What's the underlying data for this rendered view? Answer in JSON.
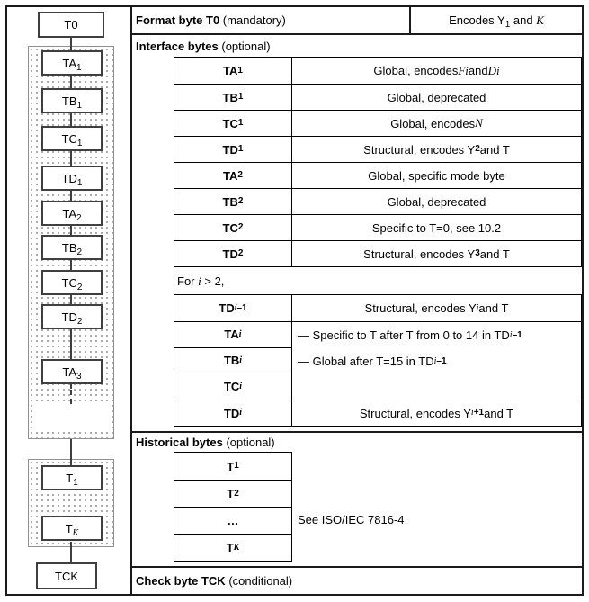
{
  "colors": {
    "ink": "#1a1a1a",
    "box_border": "#3f3f3f",
    "stipple_dot": "#8f8f8f",
    "stipple_border": "#909090",
    "background": "#ffffff"
  },
  "diagram": {
    "t0_label": "T0",
    "interface_chain": [
      "TA~1~",
      "TB~1~",
      "TC~1~",
      "TD~1~",
      "TA~2~",
      "TB~2~",
      "TC~2~",
      "TD~2~",
      "TA~3~"
    ],
    "historical_chain": [
      "T~1~",
      "T~*K*~"
    ],
    "tck_label": "TCK"
  },
  "table": {
    "format_row": {
      "label_bold": "Format byte T0",
      "label_paren": " (mandatory)",
      "desc": "Encodes Y~1~ and *K*"
    },
    "interface_section": {
      "title_bold": "Interface bytes",
      "title_paren": " (optional)",
      "rows": [
        {
          "label": "TA~1~",
          "desc": "Global, encodes *Fi* and *Di*"
        },
        {
          "label": "TB~1~",
          "desc": "Global, deprecated"
        },
        {
          "label": "TC~1~",
          "desc": "Global, encodes *N*"
        },
        {
          "label": "TD~1~",
          "desc": "Structural, encodes Y~2~ and T"
        },
        {
          "label": "TA~2~",
          "desc": "Global, specific mode byte"
        },
        {
          "label": "TB~2~",
          "desc": "Global, deprecated"
        },
        {
          "label": "TC~2~",
          "desc": "Specific to T=0, see 10.2"
        },
        {
          "label": "TD~2~",
          "desc": "Structural, encodes Y~3~ and T"
        }
      ],
      "for_note": "For *i* > 2,",
      "for_table": {
        "first_row": {
          "label": "TD~*i*–1~",
          "desc": "Structural, encodes Y~*i*~ and T"
        },
        "merged_labels": [
          "TA~*i*~",
          "TB~*i*~",
          "TC~*i*~"
        ],
        "merged_notes": [
          "— Specific to T after T from 0 to 14 in TD~*i*–1~",
          "— Global after T=15 in TD~*i*–1~"
        ],
        "last_row": {
          "label": "TD~*i*~",
          "desc": "Structural, encodes Y~*i*+1~ and T"
        }
      }
    },
    "historical_section": {
      "title_bold": "Historical bytes",
      "title_paren": " (optional)",
      "cells": [
        "T~1~",
        "T~2~",
        "…",
        "T~*K*~"
      ],
      "note": "See ISO/IEC 7816-4"
    },
    "check_row": {
      "label_bold": "Check byte TCK",
      "label_paren": " (conditional)"
    }
  }
}
